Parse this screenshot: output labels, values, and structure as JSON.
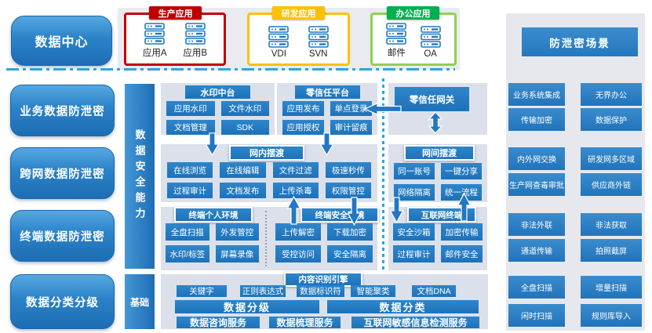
{
  "colors": {
    "primary_blue": "#2b82c8",
    "block_blue": "#1d72ba",
    "panel_gray": "#dce0ea",
    "scenario_panel_gray": "#e6e8ee",
    "production_red": "#c00000",
    "rd_yellow": "#ffc000",
    "office_green": "#00b050",
    "office_border_green": "#92d050",
    "boundary_dash_blue": "#2aa6de"
  },
  "left_nav": {
    "data_center": "数据中心",
    "items": [
      "业务数据防泄密",
      "跨网数据防泄密",
      "终端数据防泄密",
      "数据分类分级"
    ]
  },
  "capability_bar_label": "数据安全能力",
  "base_bar_label": "基础",
  "top_groups": [
    {
      "title": "生产应用",
      "apps": [
        "应用A",
        "应用B"
      ]
    },
    {
      "title": "研发应用",
      "apps": [
        "VDI",
        "SVN"
      ]
    },
    {
      "title": "办公应用",
      "apps": [
        "邮件",
        "OA"
      ]
    }
  ],
  "middle": {
    "watermark": {
      "title": "水印中台",
      "items": [
        "应用水印",
        "文件水印",
        "文档管理",
        "SDK"
      ]
    },
    "zero_trust_platform": {
      "title": "零信任平台",
      "items": [
        "应用发布",
        "单点登录",
        "应用授权",
        "审计留痕"
      ]
    },
    "zero_trust_gateway": {
      "title": "零信任网关"
    },
    "intranet_ferry": {
      "title": "网内摆渡",
      "items": [
        "在线浏览",
        "在线编辑",
        "文件过滤",
        "极速秒传",
        "过程审计",
        "文档发布",
        "上传杀毒",
        "权限管控"
      ]
    },
    "internet_ferry": {
      "title": "网间摆渡",
      "items": [
        "同一账号",
        "一键分享",
        "网络隔离",
        "统一流程"
      ]
    },
    "terminal_personal": {
      "title": "终端个人环境",
      "items": [
        "全盘扫描",
        "外发管控",
        "水印/标签",
        "屏幕录像"
      ]
    },
    "terminal_secure": {
      "title": "终端安全环境",
      "items": [
        "上传解密",
        "下载加密",
        "受控访问",
        "安全隔离"
      ]
    },
    "internet_terminal": {
      "title": "互联网终端",
      "items": [
        "安全沙箱",
        "加密传输",
        "过程审计",
        "邮件安全"
      ]
    },
    "content_engine": {
      "title": "内容识别引擎",
      "items": [
        "关键字",
        "正则表达式",
        "数据标识符",
        "智能聚类",
        "文档DNA"
      ]
    },
    "classification": {
      "items": [
        "数据分级",
        "数据分类"
      ]
    },
    "services": {
      "items": [
        "数据咨询服务",
        "数据梳理服务",
        "互联网敏感信息检测服务"
      ]
    }
  },
  "right_panel": {
    "title": "防泄密场景",
    "items": [
      "业务系统集成",
      "无界办公",
      "传输加密",
      "数据保护",
      "内外网交换",
      "研发网多区域",
      "生产网查毒审批",
      "供应商外链",
      "非法外联",
      "非法获取",
      "通道传输",
      "拍照截屏",
      "全盘扫描",
      "增量扫描",
      "闲时扫描",
      "规则库导入"
    ]
  }
}
